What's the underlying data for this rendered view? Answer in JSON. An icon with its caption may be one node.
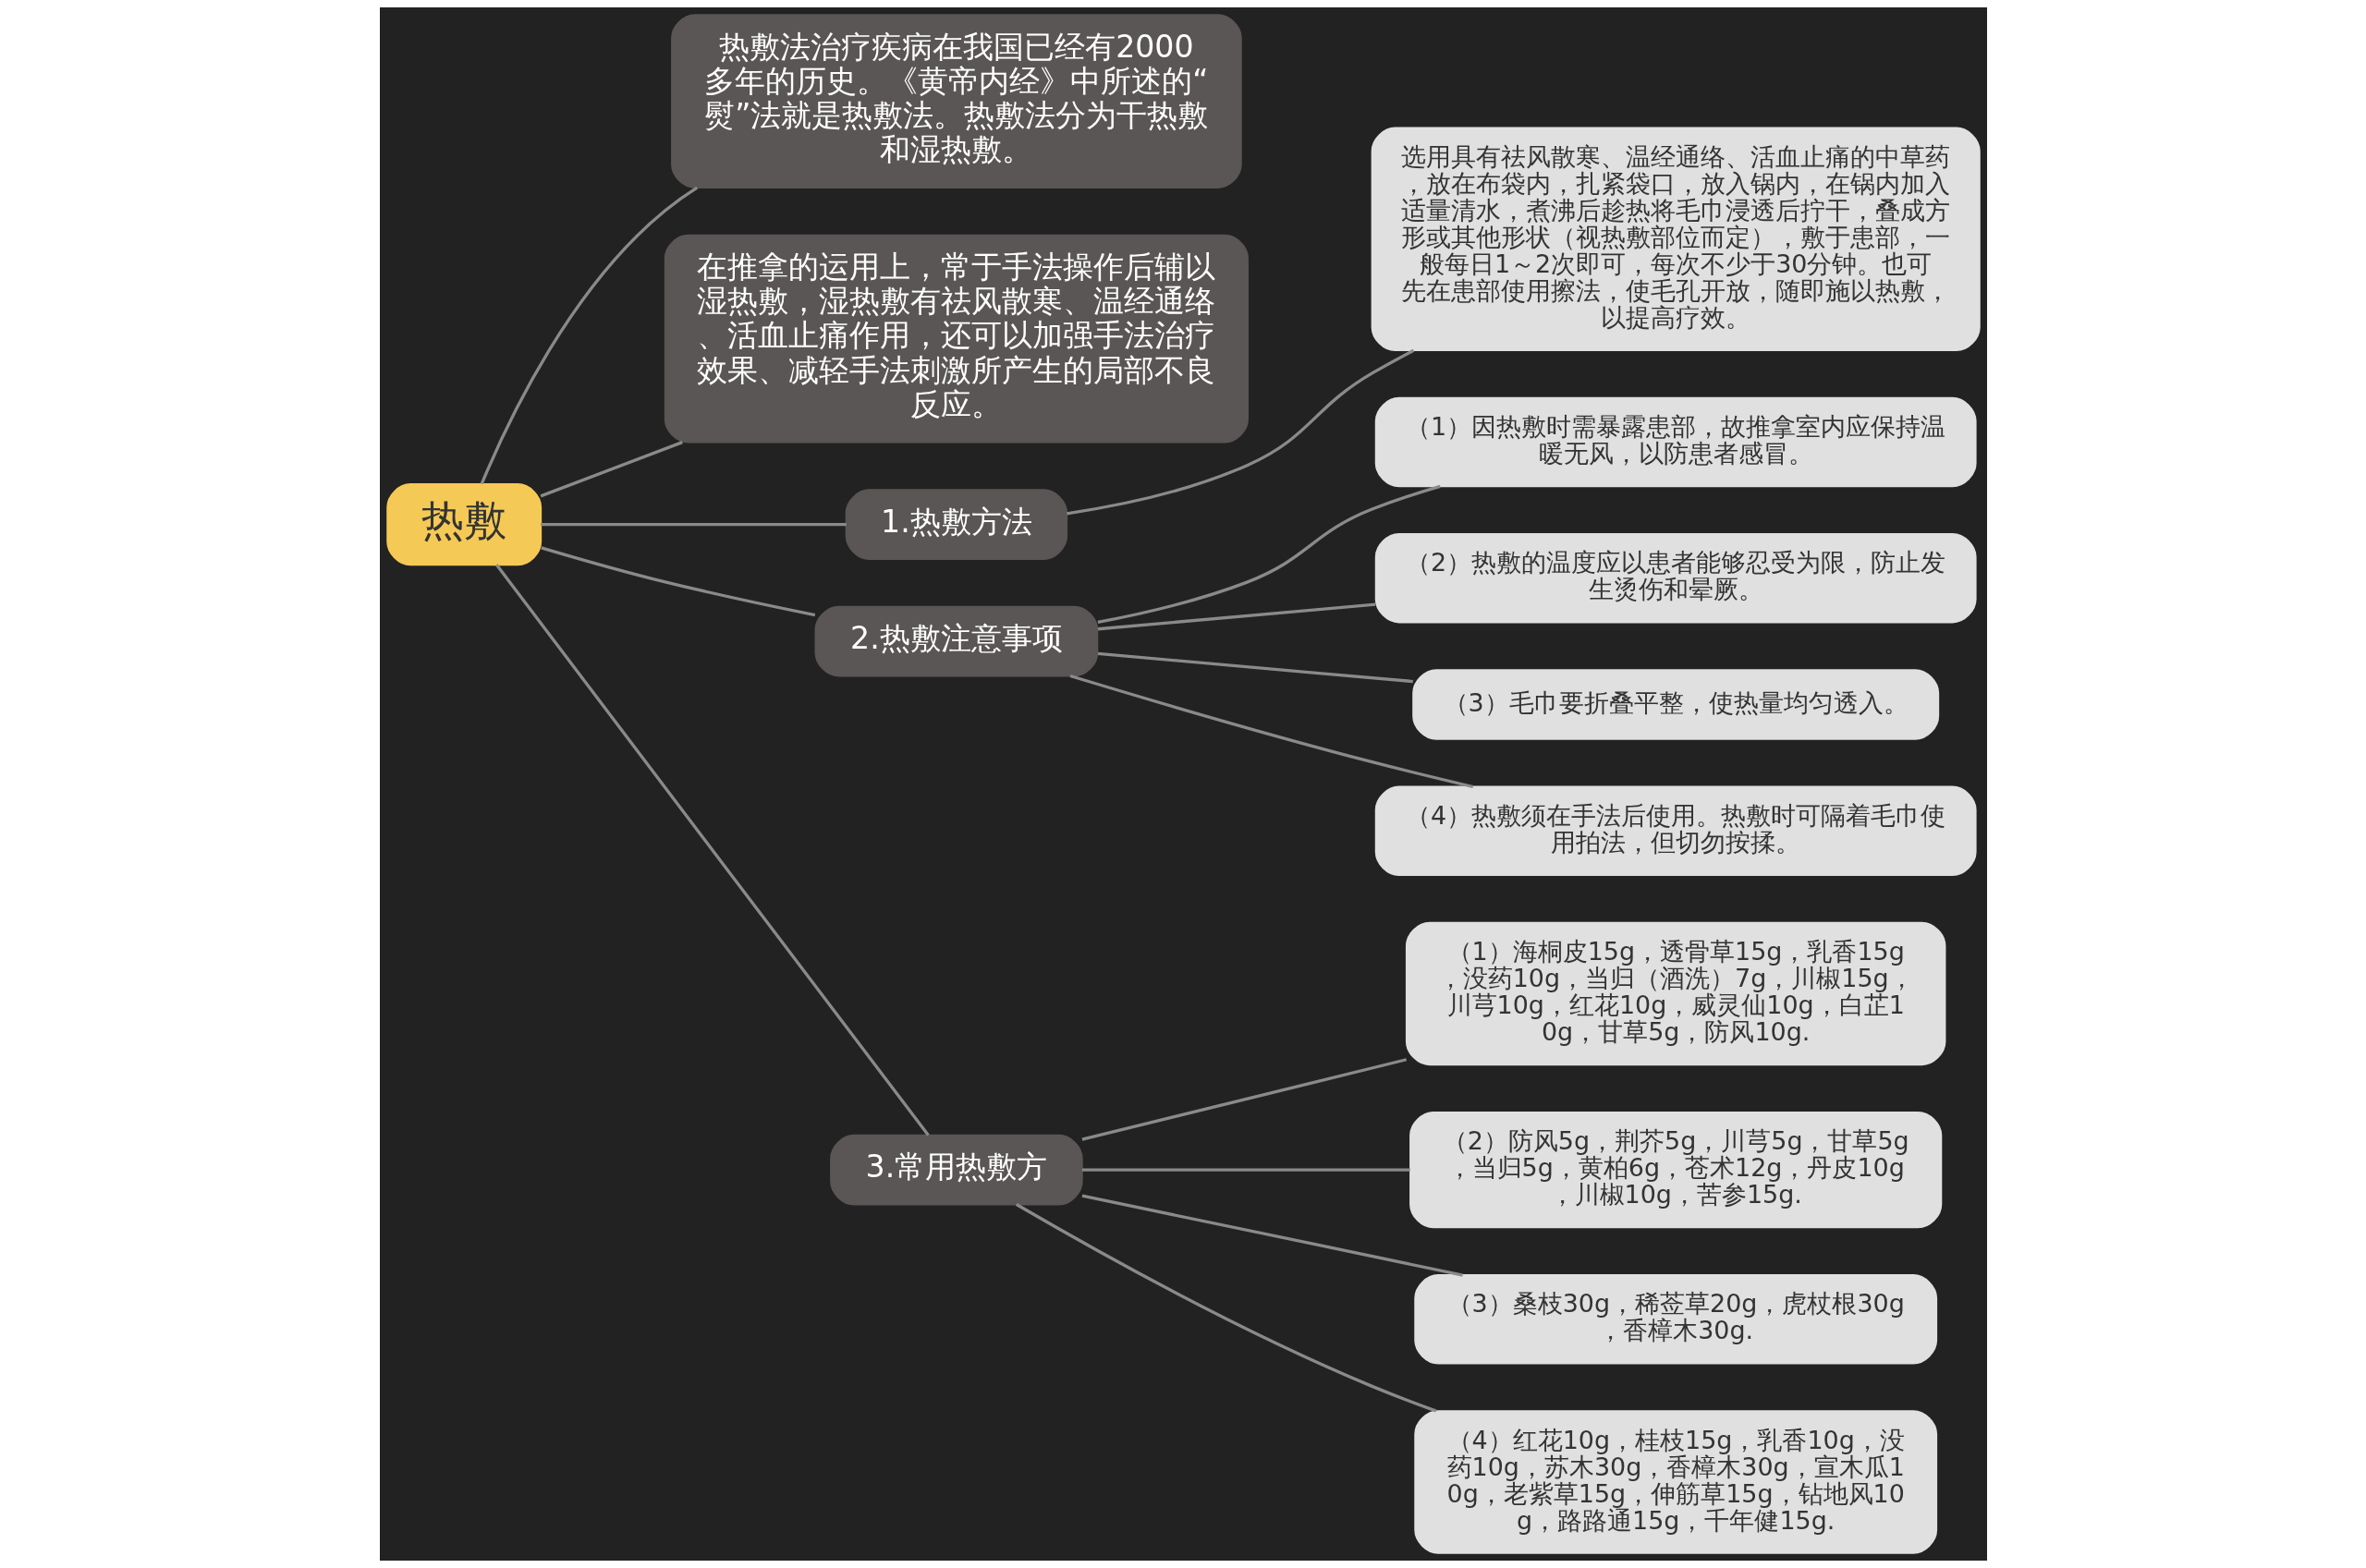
{
  "diagram": {
    "nodes": [
      {
        "text": [
          "热敷"
        ]
      },
      {
        "text": [
          "热敷法治疗疾病在我国已经有2000多年的历史。《黄帝内经》中所述的“熨”法就是热敷法。热敷法分为干热敷和湿热敷。"
        ]
      },
      {
        "text": [
          "在推拿的运用上，常于手法操作后辅以湿热敷，湿热敷有祛风散寒、温经通络、活血止痛作用，还可以加强手法治疗效果、减轻手法刺激所产生的局部不良反应。"
        ]
      },
      {
        "text": [
          "1.热敷方法"
        ]
      },
      {
        "text": [
          "选用具有祛风散寒、温经通络、活血止痛的中草药，放在布袋内，扎紧袋口，放入锅内，在锅内加入适量清水，煮沸后趁热将毛巾浸透后拧干，叠成方形或其他形状（视热敷部位而定），敷于患部，一般每日1～2次即可，每次不少于30分钟。也可先在患部使用擦法，使毛孔开放，随即施以热敷，以提高疗效。"
        ]
      },
      {
        "text": [
          "2.热敷注意事项"
        ]
      },
      {
        "text": [
          "（1）因热敷时需暴露患部，故推拿室内应保持温暖无风，以防患者感冒。"
        ]
      },
      {
        "text": [
          "（2）热敷的温度应以患者能够忍受为限，防止发生烫伤和晕厥。"
        ]
      },
      {
        "text": [
          "（3）毛巾要折叠平整，使热量均匀透入。"
        ]
      },
      {
        "text": [
          "（4）热敷须在手法后使用。热敷时可隔着毛巾使用拍法，但切勿按揉。"
        ]
      },
      {
        "text": [
          "3.常用热敷方"
        ]
      },
      {
        "text": [
          "（1）海桐皮15g，透骨草15g，乳香15g，没药10g，当归（酒洗）7g，川椒15g，川芎10g，红花10g，威灵仙10g，白芷10g，甘草5g，防风10g."
        ]
      },
      {
        "text": [
          "（2）防风5g，荆芥5g，川芎5g，甘草5g，当归5g，黄柏6g，苍术12g，丹皮10g，川椒10g，苦参15g."
        ]
      },
      {
        "text": [
          "（3）桑枝30g，稀莶草20g，虎杖根30g，香樟木30g."
        ]
      },
      {
        "text": [
          "（4）红花10g，桂枝15g，乳香10g，没药10g，苏木30g，香樟木30g，宣木瓜10g，老紫草15g，伸筋草15g，钻地风10g，路路通15g，千年健15g."
        ]
      }
    ],
    "edges": [
      {
        "from": 0,
        "to": 1,
        "arrow": "none"
      },
      {
        "from": 0,
        "to": 2,
        "arrow": "none"
      },
      {
        "from": 0,
        "to": 3,
        "arrow": "none"
      },
      {
        "from": 3,
        "to": 4,
        "arrow": "none"
      },
      {
        "from": 0,
        "to": 5,
        "arrow": "none"
      },
      {
        "from": 5,
        "to": 6,
        "arrow": "none"
      },
      {
        "from": 5,
        "to": 7,
        "arrow": "none"
      },
      {
        "from": 5,
        "to": 8,
        "arrow": "none"
      },
      {
        "from": 5,
        "to": 9,
        "arrow": "none"
      },
      {
        "from": 0,
        "to": 10,
        "arrow": "none"
      },
      {
        "from": 10,
        "to": 11,
        "arrow": "none"
      },
      {
        "from": 10,
        "to": 12,
        "arrow": "none"
      },
      {
        "from": 10,
        "to": 13,
        "arrow": "none"
      },
      {
        "from": 10,
        "to": 14,
        "arrow": "none"
      }
    ]
  }
}
